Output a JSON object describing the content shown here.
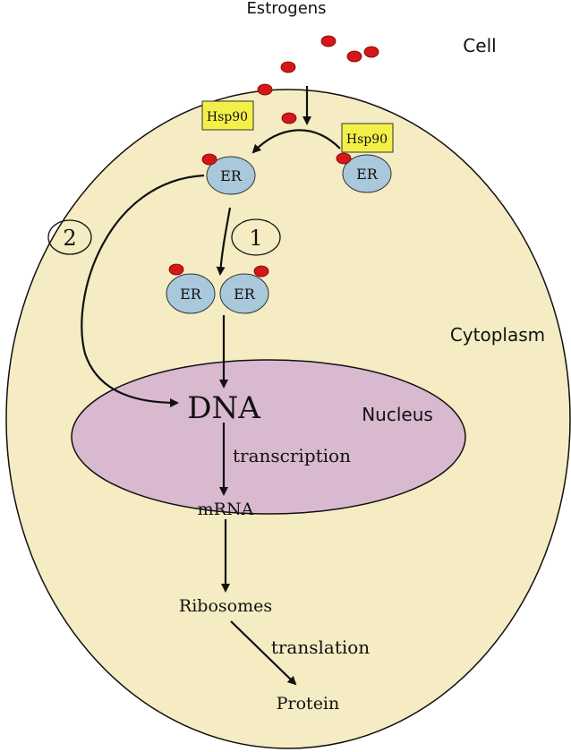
{
  "labels": {
    "estrogens": "Estrogens",
    "cell": "Cell",
    "cytoplasm": "Cytoplasm",
    "nucleus": "Nucleus",
    "dna": "DNA",
    "transcription": "transcription",
    "mrna": "mRNA",
    "ribosomes": "Ribosomes",
    "translation": "translation",
    "protein": "Protein",
    "hsp90": "Hsp90",
    "er": "ER",
    "pathway_1": "1",
    "pathway_2": "2"
  },
  "colors": {
    "cell_fill": "#f5ecc3",
    "nucleus_fill": "#d9b9cf",
    "er_fill": "#a9c8dc",
    "hsp90_fill": "#f3f04a",
    "estrogen_dot": "#d41717",
    "outline": "#111111"
  }
}
